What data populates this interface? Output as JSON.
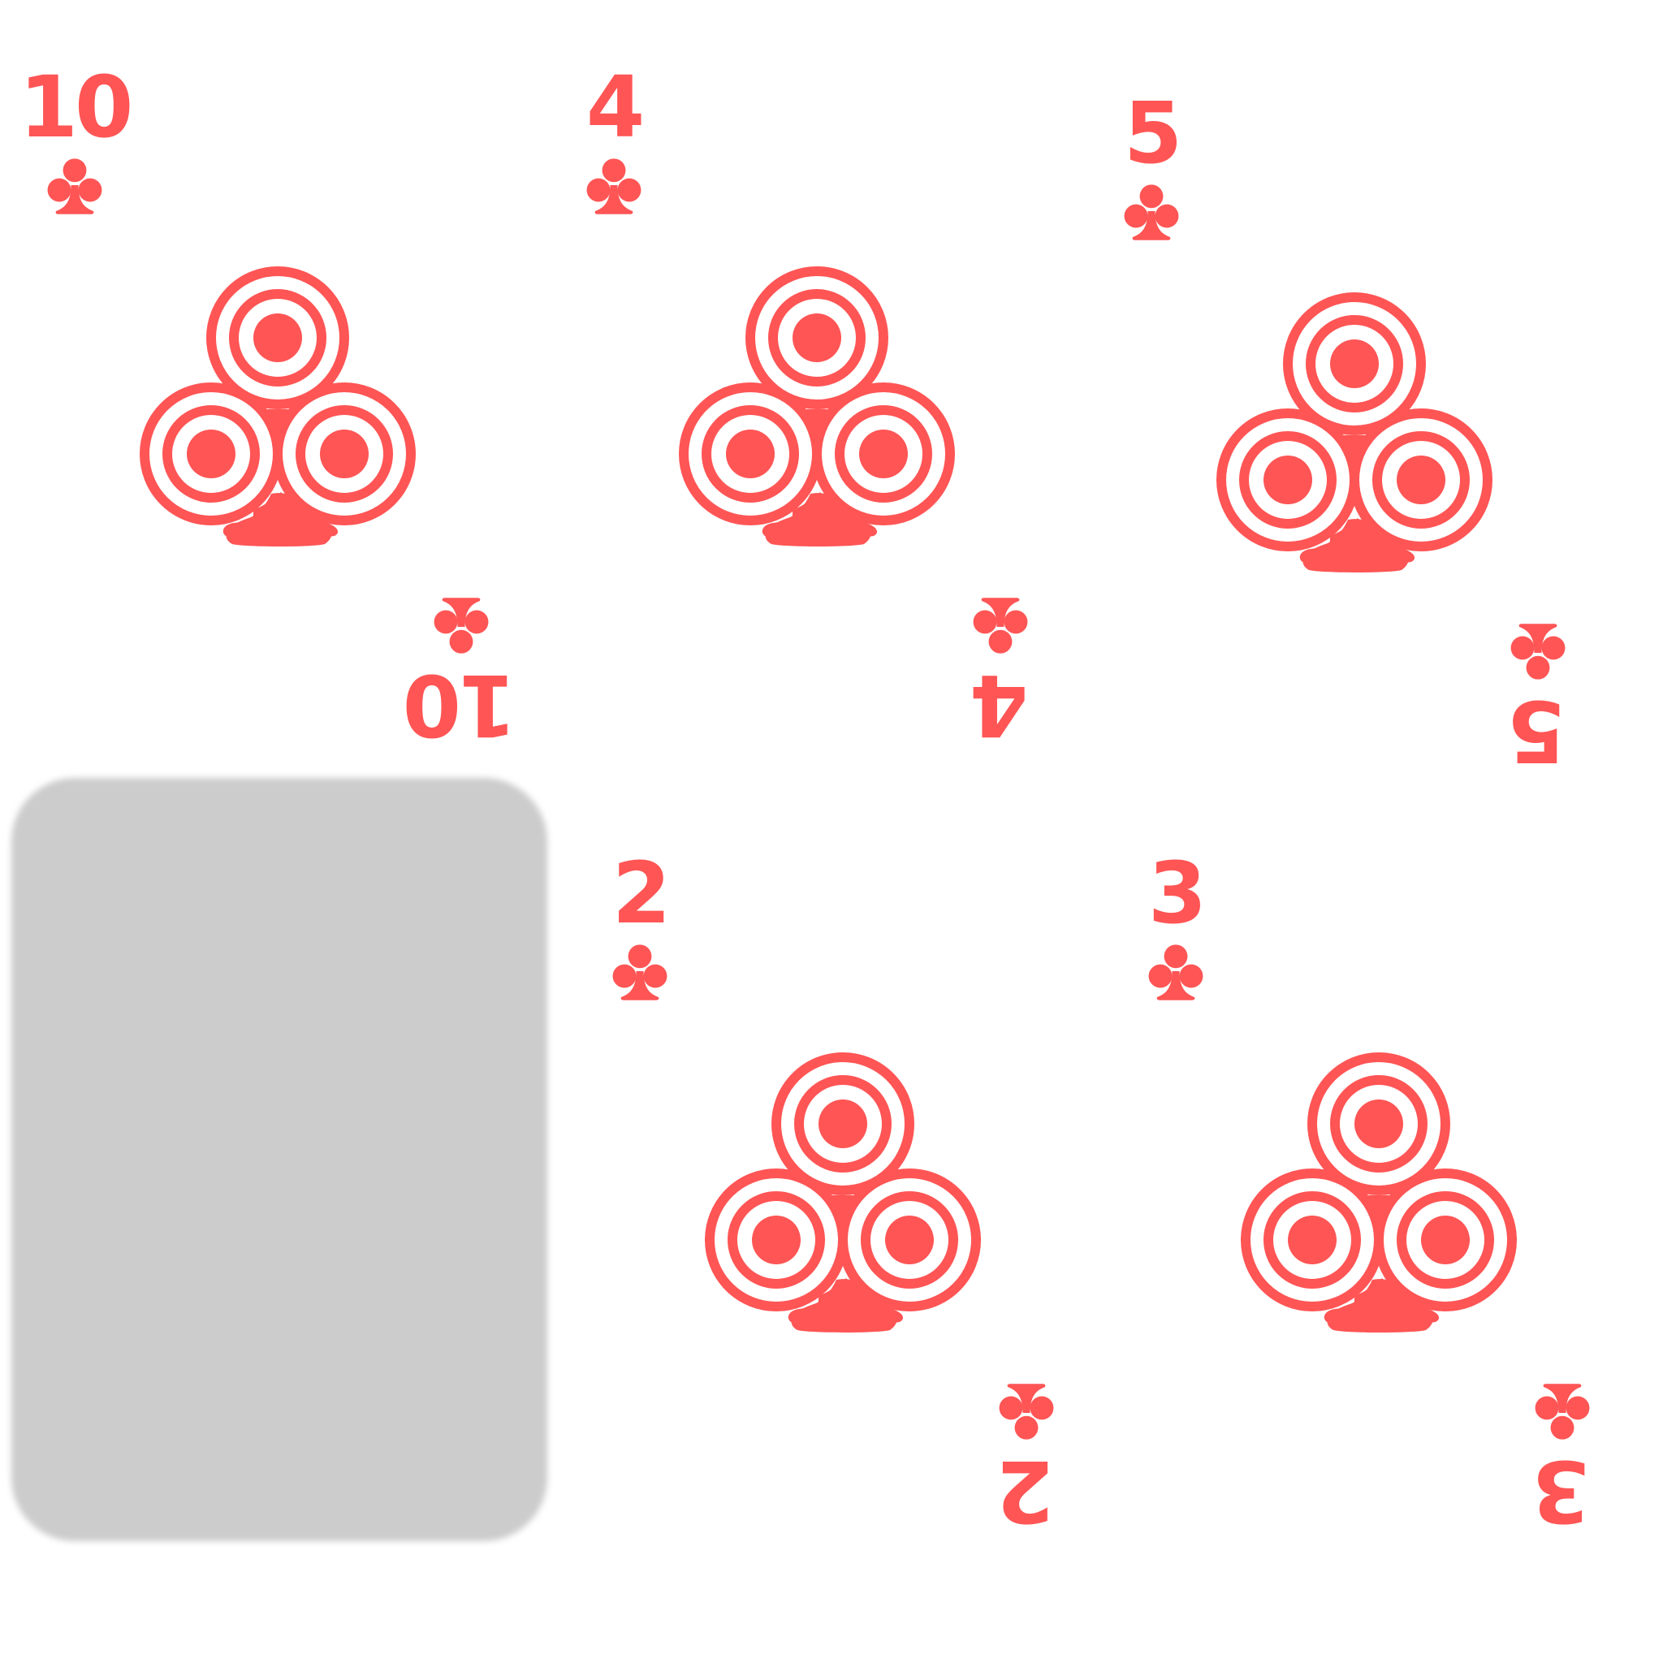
{
  "suit_color": "#ff5555",
  "card_back_color": "#cccccc",
  "suit_icon": "club-icon",
  "cards": [
    {
      "rank": "10",
      "suit": "clubs"
    },
    {
      "rank": "4",
      "suit": "clubs"
    },
    {
      "rank": "5",
      "suit": "clubs"
    },
    {
      "rank": "2",
      "suit": "clubs"
    },
    {
      "rank": "3",
      "suit": "clubs"
    }
  ],
  "face_down_cards": 1
}
